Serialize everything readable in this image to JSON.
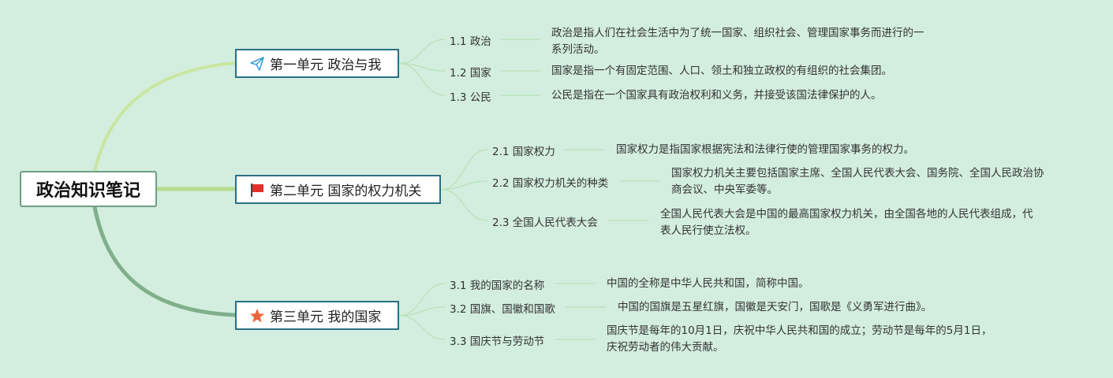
{
  "root": {
    "title": "政治知识笔记"
  },
  "units": [
    {
      "title": "第一单元 政治与我",
      "icon": "paper-plane-icon",
      "items": [
        {
          "label": "1.1 政治",
          "desc": [
            "政治是指人们在社会生活中为了统一国家、组织社会、管理国家事务而进行的一",
            "系列活动。"
          ]
        },
        {
          "label": "1.2 国家",
          "desc": [
            "国家是指一个有固定范围、人口、领土和独立政权的有组织的社会集团。"
          ]
        },
        {
          "label": "1.3 公民",
          "desc": [
            "公民是指在一个国家具有政治权利和义务，并接受该国法律保护的人。"
          ]
        }
      ]
    },
    {
      "title": "第二单元 国家的权力机关",
      "icon": "red-flag-icon",
      "items": [
        {
          "label": "2.1 国家权力",
          "desc": [
            "国家权力是指国家根据宪法和法律行使的管理国家事务的权力。"
          ]
        },
        {
          "label": "2.2 国家权力机关的种类",
          "desc": [
            "国家权力机关主要包括国家主席、全国人民代表大会、国务院、全国人民政治协",
            "商会议、中央军委等。"
          ]
        },
        {
          "label": "2.3 全国人民代表大会",
          "desc": [
            "全国人民代表大会是中国的最高国家权力机关，由全国各地的人民代表组成，代",
            "表人民行使立法权。"
          ]
        }
      ]
    },
    {
      "title": "第三单元 我的国家",
      "icon": "star-icon",
      "items": [
        {
          "label": "3.1 我的国家的名称",
          "desc": [
            "中国的全称是中华人民共和国，简称中国。"
          ]
        },
        {
          "label": "3.2 国旗、国徽和国歌",
          "desc": [
            "中国的国旗是五星红旗，国徽是天安门，国歌是《义勇军进行曲》。"
          ]
        },
        {
          "label": "3.3 国庆节与劳动节",
          "desc": [
            "国庆节是每年的10月1日，庆祝中华人民共和国的成立；劳动节是每年的5月1日，",
            "庆祝劳动者的伟大贡献。"
          ]
        }
      ]
    }
  ],
  "colors": {
    "background": "#d3eede",
    "branch_1": "#c8e6a0",
    "branch_2": "#b5dc8e",
    "branch_3": "#7fb08b",
    "unit_border": "#2b6f85",
    "sub_line": "#b8e2ba",
    "flag": "#e0322a",
    "star": "#e8663a",
    "plane": "#3aa0d8"
  }
}
